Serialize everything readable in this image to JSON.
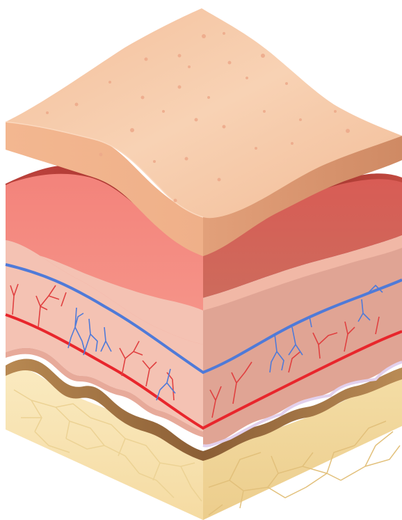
{
  "diagram": {
    "layers": [
      {
        "id": "epidermis",
        "name": "epidermis-layer",
        "color": "#f6c4a0"
      },
      {
        "id": "dermis-upper",
        "name": "dermis-upper-layer",
        "color": "#e06a62"
      },
      {
        "id": "dermis",
        "name": "dermis-vascular-layer",
        "color": "#f1b8a6"
      },
      {
        "id": "subcutis",
        "name": "subcutaneous-fat-layer",
        "color": "#f9e7b5"
      },
      {
        "id": "muscle",
        "name": "fascia-layer",
        "color": "#a9794a"
      }
    ],
    "vessels": {
      "vein_color": "#4f7ad8",
      "artery_color": "#e8262c",
      "capillary_red": "#e04040",
      "capillary_blue": "#4f7ad8"
    },
    "background": "#ffffff"
  }
}
